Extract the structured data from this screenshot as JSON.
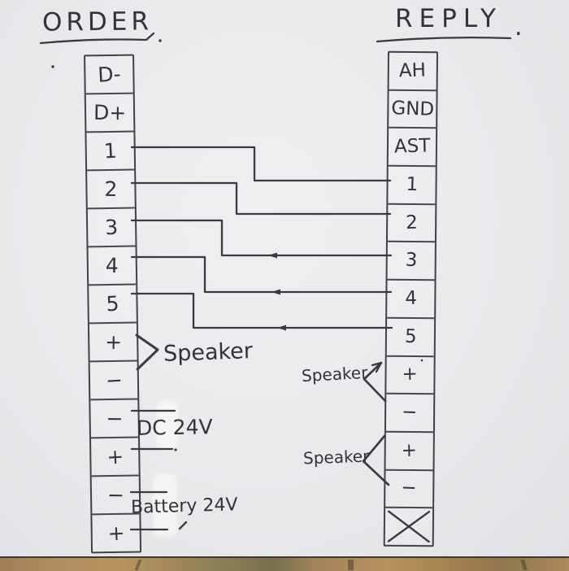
{
  "colors": {
    "ink": "#3b3b3f",
    "paper": "#e9eaec",
    "wood": "#ab8a5c"
  },
  "columns": {
    "order": {
      "title": "ORDER",
      "cells": [
        "D-",
        "D+",
        "1",
        "2",
        "3",
        "4",
        "5",
        "+",
        "−",
        "−",
        "+",
        "−",
        "+"
      ]
    },
    "reply": {
      "title": "REPLY",
      "punctuation": ".",
      "cells": [
        "AH",
        "GND",
        "AST",
        "1",
        "2",
        "3",
        "4",
        "5",
        "+",
        "−",
        "+",
        "−",
        ""
      ],
      "crossed_last_cell": true
    }
  },
  "labels": {
    "speaker_left": "Speaker",
    "dc_24v": "DC 24V",
    "battery_24v": "Battery 24V",
    "speaker_right_top": "Speaker",
    "speaker_right_bottom": "Speaker"
  },
  "connections": [
    {
      "from": "ORDER pin 1",
      "to": "REPLY pin 1"
    },
    {
      "from": "ORDER pin 2",
      "to": "REPLY pin 2"
    },
    {
      "from": "ORDER pin 3",
      "to": "REPLY pin 3"
    },
    {
      "from": "ORDER pin 4",
      "to": "REPLY pin 4"
    },
    {
      "from": "ORDER pin 5",
      "to": "REPLY pin 5"
    },
    {
      "from": "ORDER + −",
      "to": "Speaker"
    },
    {
      "from": "ORDER − +",
      "to": "DC 24V"
    },
    {
      "from": "ORDER − +",
      "to": "Battery 24V"
    },
    {
      "from": "REPLY + −",
      "to": "Speaker (top)"
    },
    {
      "from": "REPLY + −",
      "to": "Speaker (bottom)"
    }
  ]
}
